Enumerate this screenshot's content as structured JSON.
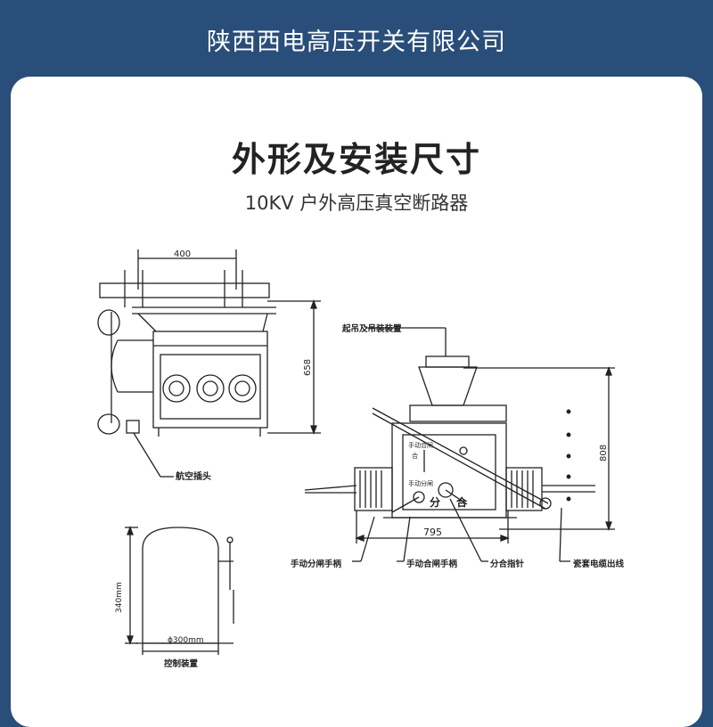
{
  "header": {
    "company": "陕西西电高压开关有限公司"
  },
  "main": {
    "title": "外形及安装尺寸",
    "subtitle": "10KV 户外高压真空断路器"
  },
  "drawing": {
    "dim_width_top": "400",
    "dim_height_left": "658",
    "label_plug": "航空插头",
    "label_lifting": "起吊及吊装装置",
    "dim_height_right": "808",
    "dim_width_bottom": "795",
    "label_manual_open": "手动分闸手柄",
    "label_manual_close": "手动合闸手柄",
    "label_indicator": "分合指针",
    "label_cable_outlet": "瓷套电缆出线",
    "panel_text_1": "手动合闸",
    "panel_text_2": "合",
    "panel_text_3": "手动分闸",
    "indicator_open": "分",
    "indicator_close": "合",
    "dim_height_control": "340mm",
    "dim_diameter_control": "ɸ300mm",
    "label_control": "控制装置"
  },
  "colors": {
    "background": "#294e79",
    "card": "#ffffff"
  }
}
